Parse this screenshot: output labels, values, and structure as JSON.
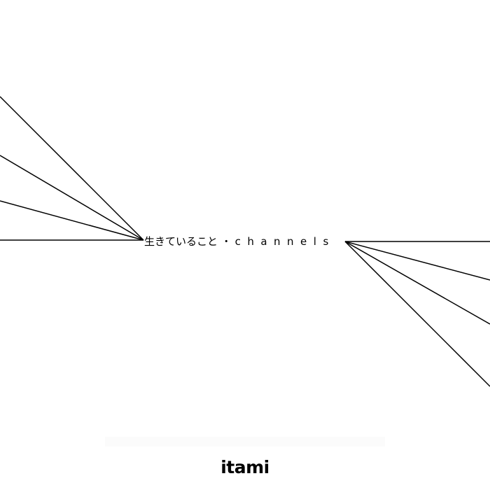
{
  "cover": {
    "title_jp": "生きていること",
    "separator": "・",
    "title_en": "channels",
    "artist": "itami"
  },
  "colors": {
    "background": "#ffffff",
    "lines": "#000000"
  }
}
